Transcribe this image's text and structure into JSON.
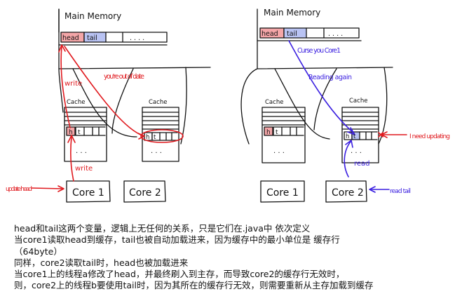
{
  "left_panel": {
    "memory_title": "Main Memory",
    "cell_head": "head",
    "cell_tail": "tail",
    "cell_dots": ". . . .",
    "note_write_top": "write",
    "note_out_of_date": "you're out of date",
    "cache_left_label": "Cache",
    "cache_right_label": "Cache",
    "cache_h": "h",
    "cache_t": "t",
    "cache_dots": ". . .",
    "note_write_bottom": "write",
    "note_update_head": "update head",
    "core1": "Core 1",
    "core2": "Core 2"
  },
  "right_panel": {
    "memory_title": "Main Memory",
    "cell_head": "head",
    "cell_tail": "tail",
    "cell_dots": ". . . .",
    "note_curse": "Curse you Core1",
    "note_reading": "Reading again",
    "cache_left_label": "Cache",
    "cache_right_label": "Cache",
    "cache_h": "h",
    "cache_t": "t",
    "cache_dots": ". . .",
    "note_need_updating": "I need updating",
    "note_read": "read",
    "note_read_tail": "read tail",
    "core1": "Core 1",
    "core2": "Core 2"
  },
  "description": {
    "line1": "head和tail这两个变量，逻辑上无任何的关系，只是它们在.java中 依次定义",
    "line2": "当core1读取head到缓存，tail也被自动加载进来，因为缓存中的最小单位是 缓存行",
    "line3": "（64byte）",
    "line4": "同样，core2读取tail时，head也被加载进来",
    "line5": "当core1上的线程a修改了head，并最终刷入到主存，而导致core2的缓存行无效时，",
    "line6": "则，core2上的线程b要使用tail时，因为其所在的缓存行无效，则需要重新从主存加载到缓存"
  },
  "colors": {
    "ink": "#111111",
    "red": "#e0191e",
    "blue": "#3a1fe0",
    "head_fill": "#f4a6a8",
    "tail_fill": "#b9c3f3"
  }
}
